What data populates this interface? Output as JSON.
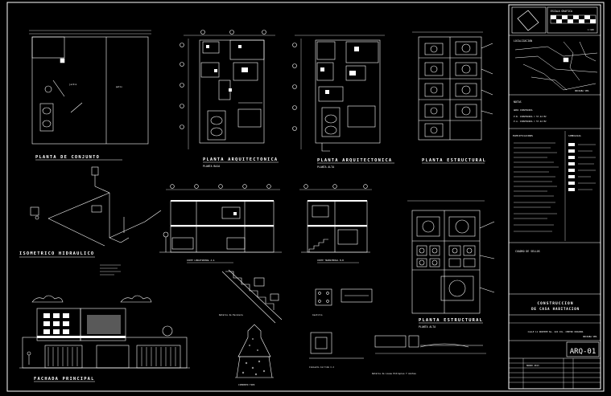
{
  "sheet": {
    "titles": {
      "planta_conjunto": "PLANTA DE CONJUNTO",
      "planta_arq_baja": "PLANTA ARQUITECTONICA",
      "planta_arq_baja_sub": "PLANTA BAJA",
      "planta_arq_alta": "PLANTA ARQUITECTONICA",
      "planta_arq_alta_sub": "PLANTA ALTA",
      "planta_est_1": "PLANTA ESTRUCTURAL",
      "planta_est_2": "PLANTA ESTRUCTURAL",
      "planta_est_2_sub": "PLANTA ALTA",
      "isometrico": "ISOMETRICO HIDRAULICO",
      "fachada": "FACHADA PRINCIPAL",
      "corte_cimentacion": "Cimiento Corrido C-C",
      "detalle_losa": "Detalle de Losas Entrepiso Y Azotea",
      "detalle_escalera": "Detalle de Escalera",
      "castillo": "Castillo",
      "corte_a": "CORTE LONGITUDINAL A-A",
      "corte_b": "CORTE TRANSVERSAL B-B",
      "cimiento_tipo": "CIMIENTO TIPO",
      "jardin": "jardin",
      "patio": "patio"
    },
    "title_block": {
      "escala_grafica": "ESCALA GRAFICA",
      "localizacion": "LOCALIZACION",
      "orizaba_ver": "ORIZABA VER.",
      "notas": "NOTAS",
      "area_construida": "AREA CONSTRUIDA",
      "pb": "P.B. CONSTRUIDA = 57.42 M2",
      "pa": "P.A. CONSTRUIDA = 57.42 M2",
      "especificaciones": "ESPECIFICACIONES",
      "simbologia": "SIMBOLOGIA",
      "cuadro_sellos": "CUADRO DE SELLOS",
      "proyecto_line1": "CONSTRUCCION",
      "proyecto_line2": "DE CASA HABITACION",
      "direccion": "CALLE 11 ORIENTE No. 224  COL. CENTRO ORIZABA",
      "ciudad": "ORIZABA VER.",
      "clave": "ARQ-01",
      "fecha": "MARZO 2013",
      "escala_num": "1:100"
    }
  }
}
